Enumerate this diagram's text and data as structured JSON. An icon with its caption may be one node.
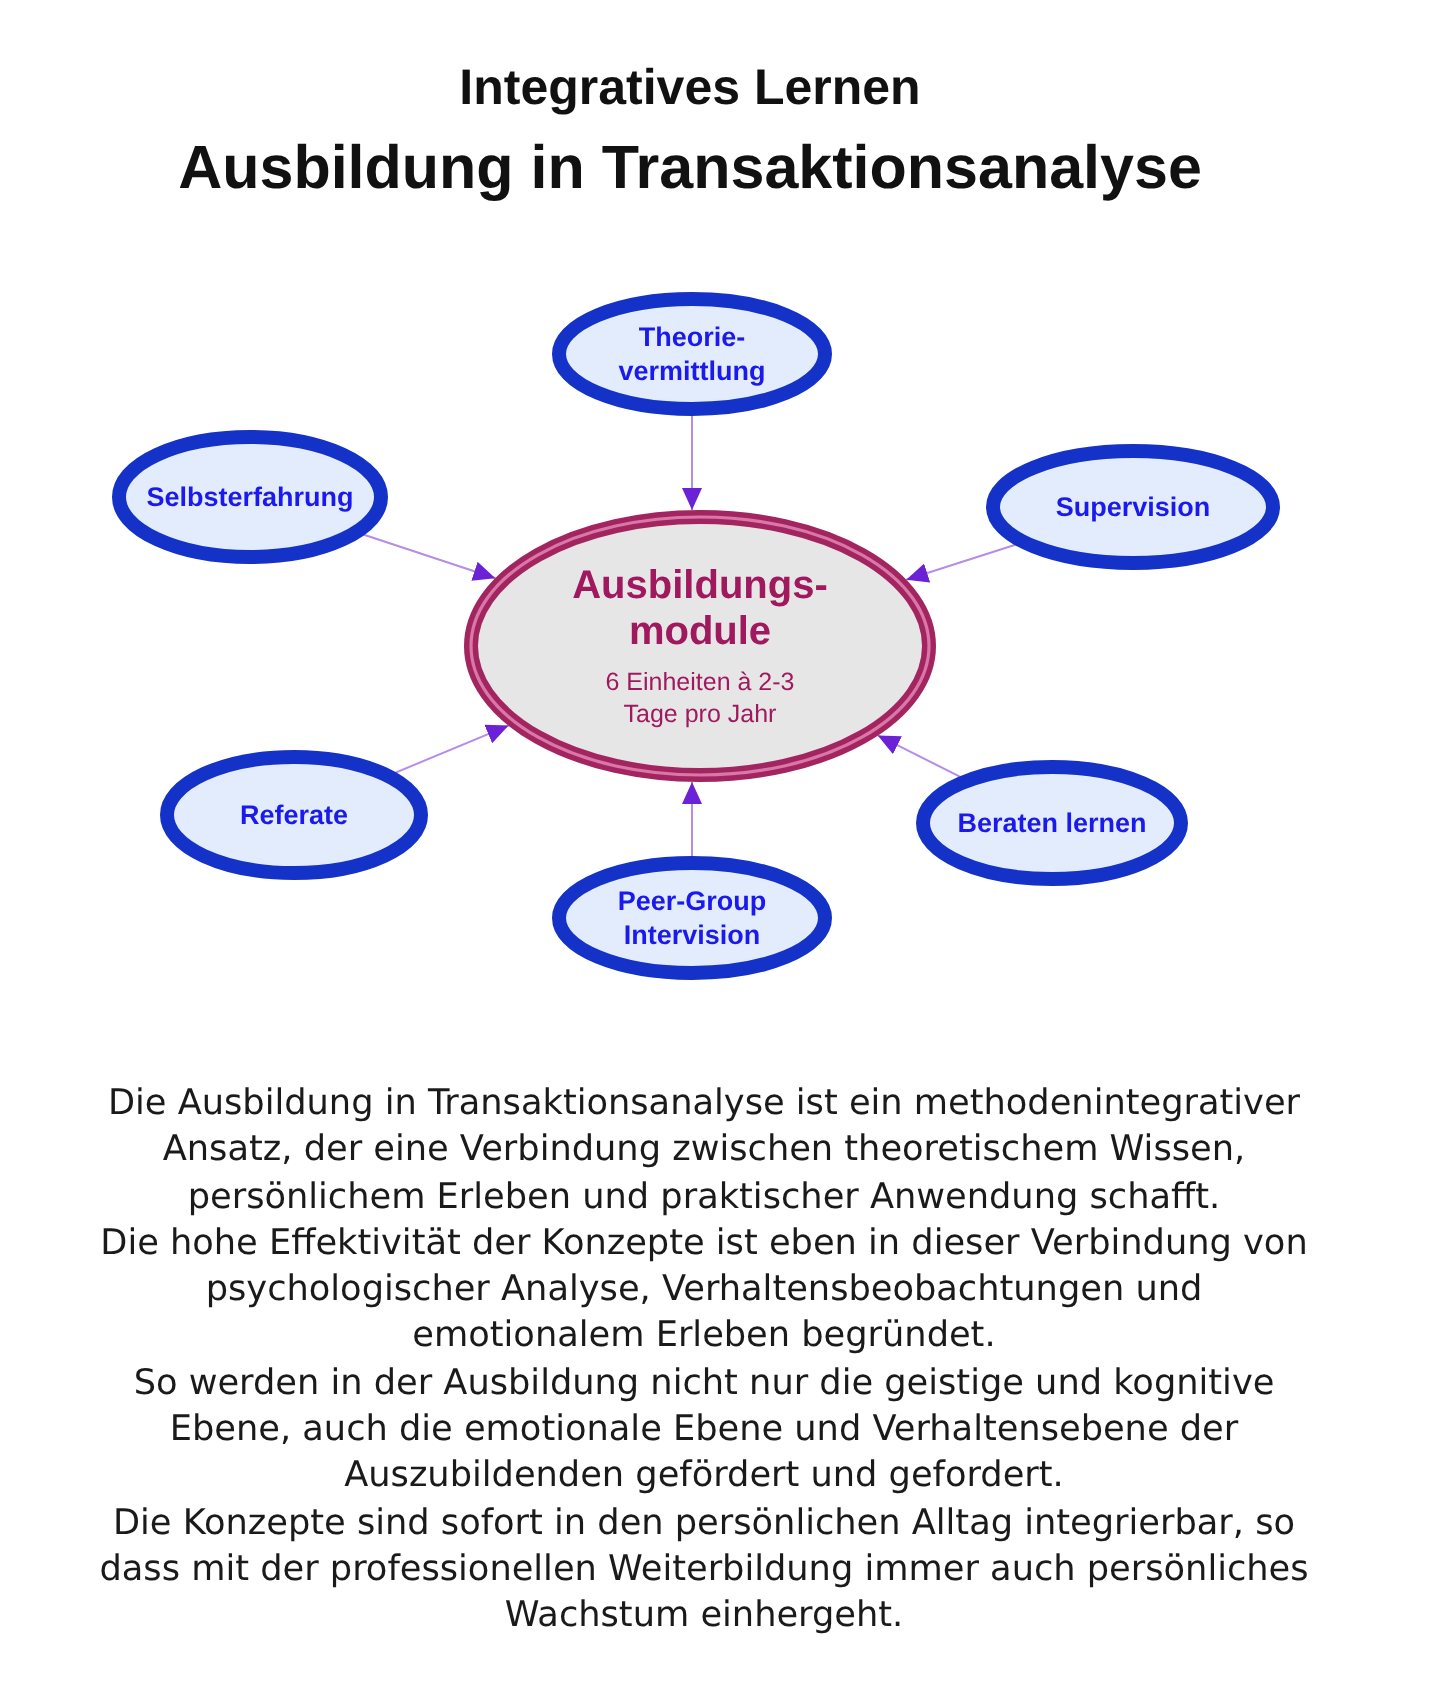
{
  "diagram": {
    "title": "Ausbildung in Transaktionsanalyse",
    "nodes": [
      {
        "text": [
          "Theorie- vermittlung"
        ]
      },
      {
        "text": [
          "Selbsterfahrung"
        ]
      },
      {
        "text": [
          "Supervision"
        ]
      },
      {
        "text": [
          "Ausbildungs- module",
          "6 Einheiten à 2-3 Tage pro Jahr"
        ]
      },
      {
        "text": [
          "Referate"
        ]
      },
      {
        "text": [
          "Beraten lernen"
        ]
      },
      {
        "text": [
          "Peer-Group Intervision"
        ]
      }
    ],
    "edges": [
      {
        "from": 0,
        "to": 3,
        "arrow": "to"
      },
      {
        "from": 1,
        "to": 3,
        "arrow": "to"
      },
      {
        "from": 2,
        "to": 3,
        "arrow": "to"
      },
      {
        "from": 4,
        "to": 3,
        "arrow": "to"
      },
      {
        "from": 5,
        "to": 3,
        "arrow": "to"
      },
      {
        "from": 6,
        "to": 3,
        "arrow": "to"
      }
    ],
    "labels": [
      "Integratives Lernen",
      "Die Ausbildung in Transaktionsanalyse ist ein methodenintegrativer Ansatz, der eine Verbindung zwischen theoretischem Wissen, persönlichem Erleben und praktischer Anwendung schafft.",
      "Die hohe Effektivität der Konzepte ist eben in dieser Verbindung von psychologischer Analyse, Verhaltensbeobachtungen und emotionalem Erleben begründet.",
      "So werden in der Ausbildung nicht nur die geistige und kognitive Ebene, auch die emotionale Ebene und Verhaltensebene der Auszubildenden gefördert und gefordert.",
      "Die Konzepte sind sofort in den persönlichen Alltag integrierbar, so dass mit der professionellen Weiterbildung immer auch persönliches Wachstum einhergeht."
    ]
  }
}
